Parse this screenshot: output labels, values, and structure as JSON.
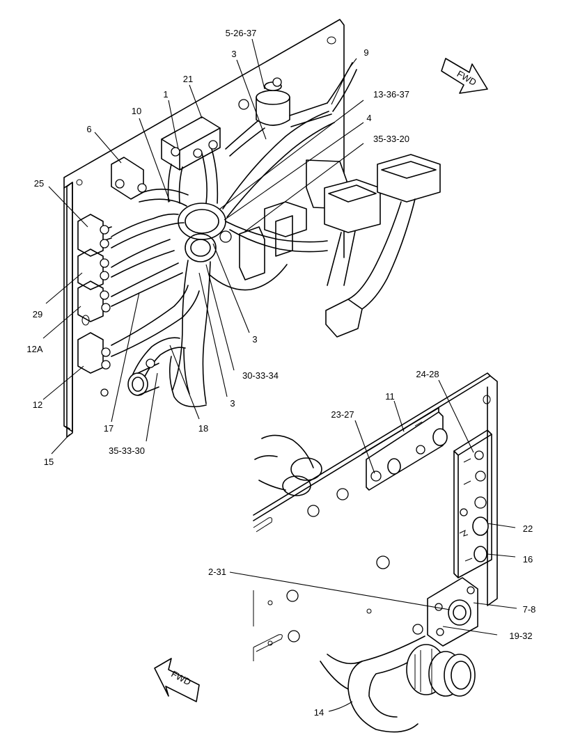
{
  "direction_labels": {
    "top_arrow": "FWD",
    "bottom_arrow": "FWD"
  },
  "callouts": {
    "c_5_26_37": "5-26-37",
    "c_3_top": "3",
    "c_9": "9",
    "c_21": "21",
    "c_1": "1",
    "c_10": "10",
    "c_6": "6",
    "c_13_36_37": "13-36-37",
    "c_4": "4",
    "c_35_33_20": "35-33-20",
    "c_25": "25",
    "c_29": "29",
    "c_12A": "12A",
    "c_3_mid": "3",
    "c_30_33_34": "30-33-34",
    "c_3_low": "3",
    "c_12": "12",
    "c_17": "17",
    "c_18": "18",
    "c_15": "15",
    "c_35_33_30": "35-33-30",
    "c_24_28": "24-28",
    "c_11": "11",
    "c_23_27": "23-27",
    "c_22": "22",
    "c_16": "16",
    "c_2_31": "2-31",
    "c_7_8": "7-8",
    "c_19_32": "19-32",
    "c_14": "14"
  },
  "colors": {
    "ink": "#000000",
    "paper": "#ffffff"
  }
}
